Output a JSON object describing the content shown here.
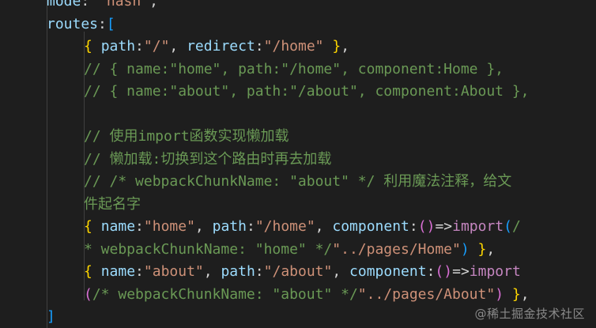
{
  "editor": {
    "lines": [
      {
        "name": "code-line-1",
        "indent": 1,
        "tokens": [
          {
            "t": "mode",
            "c": "tk-prop"
          },
          {
            "t": ": ",
            "c": "tk-pun"
          },
          {
            "t": "'hash'",
            "c": "tk-str"
          },
          {
            "t": ",",
            "c": "tk-pun"
          }
        ]
      },
      {
        "name": "code-line-2",
        "indent": 1,
        "tokens": [
          {
            "t": "routes",
            "c": "tk-prop"
          },
          {
            "t": ":",
            "c": "tk-pun"
          },
          {
            "t": "[",
            "c": "tk-brack2"
          }
        ]
      },
      {
        "name": "code-line-3",
        "indent": 2,
        "tokens": [
          {
            "t": "{ ",
            "c": "tk-brace"
          },
          {
            "t": "path",
            "c": "tk-prop"
          },
          {
            "t": ":",
            "c": "tk-pun"
          },
          {
            "t": "\"/\"",
            "c": "tk-str"
          },
          {
            "t": ", ",
            "c": "tk-pun"
          },
          {
            "t": "redirect",
            "c": "tk-prop"
          },
          {
            "t": ":",
            "c": "tk-pun"
          },
          {
            "t": "\"/home\"",
            "c": "tk-str"
          },
          {
            "t": " }",
            "c": "tk-brace"
          },
          {
            "t": ",",
            "c": "tk-pun"
          }
        ]
      },
      {
        "name": "code-line-4",
        "indent": 2,
        "tokens": [
          {
            "t": "// { name:\"home\", path:\"/home\", component:Home },",
            "c": "tk-com"
          }
        ]
      },
      {
        "name": "code-line-5",
        "indent": 2,
        "tokens": [
          {
            "t": "// { name:\"about\", path:\"/about\", component:About },",
            "c": "tk-com"
          }
        ]
      },
      {
        "name": "code-line-6",
        "indent": 0,
        "tokens": []
      },
      {
        "name": "code-line-7",
        "indent": 2,
        "tokens": [
          {
            "t": "// 使用import函数实现懒加载",
            "c": "tk-com"
          }
        ]
      },
      {
        "name": "code-line-8",
        "indent": 2,
        "tokens": [
          {
            "t": "// 懒加载:切换到这个路由时再去加载",
            "c": "tk-com"
          }
        ]
      },
      {
        "name": "code-line-9",
        "indent": 2,
        "tokens": [
          {
            "t": "// /* webpackChunkName: \"about\" */ 利用魔法注释，给文",
            "c": "tk-com"
          }
        ]
      },
      {
        "name": "code-line-10",
        "indent": 2,
        "tokens": [
          {
            "t": "件起名字",
            "c": "tk-com"
          }
        ]
      },
      {
        "name": "code-line-11",
        "indent": 2,
        "tokens": [
          {
            "t": "{ ",
            "c": "tk-brace"
          },
          {
            "t": "name",
            "c": "tk-prop"
          },
          {
            "t": ":",
            "c": "tk-pun"
          },
          {
            "t": "\"home\"",
            "c": "tk-str"
          },
          {
            "t": ", ",
            "c": "tk-pun"
          },
          {
            "t": "path",
            "c": "tk-prop"
          },
          {
            "t": ":",
            "c": "tk-pun"
          },
          {
            "t": "\"/home\"",
            "c": "tk-str"
          },
          {
            "t": ", ",
            "c": "tk-pun"
          },
          {
            "t": "component",
            "c": "tk-prop"
          },
          {
            "t": ":",
            "c": "tk-pun"
          },
          {
            "t": "()",
            "c": "tk-brack"
          },
          {
            "t": "=>",
            "c": "tk-op"
          },
          {
            "t": "import",
            "c": "tk-kw"
          },
          {
            "t": "(",
            "c": "tk-brack2"
          },
          {
            "t": "/",
            "c": "tk-com"
          }
        ]
      },
      {
        "name": "code-line-12",
        "indent": 2,
        "tokens": [
          {
            "t": "* webpackChunkName: \"home\" */",
            "c": "tk-com"
          },
          {
            "t": "\"../pages/Home\"",
            "c": "tk-str"
          },
          {
            "t": ")",
            "c": "tk-brack2"
          },
          {
            "t": " }",
            "c": "tk-brace"
          },
          {
            "t": ",",
            "c": "tk-pun"
          }
        ]
      },
      {
        "name": "code-line-13",
        "indent": 2,
        "tokens": [
          {
            "t": "{ ",
            "c": "tk-brace"
          },
          {
            "t": "name",
            "c": "tk-prop"
          },
          {
            "t": ":",
            "c": "tk-pun"
          },
          {
            "t": "\"about\"",
            "c": "tk-str"
          },
          {
            "t": ", ",
            "c": "tk-pun"
          },
          {
            "t": "path",
            "c": "tk-prop"
          },
          {
            "t": ":",
            "c": "tk-pun"
          },
          {
            "t": "\"/about\"",
            "c": "tk-str"
          },
          {
            "t": ", ",
            "c": "tk-pun"
          },
          {
            "t": "component",
            "c": "tk-prop"
          },
          {
            "t": ":",
            "c": "tk-pun"
          },
          {
            "t": "()",
            "c": "tk-brack"
          },
          {
            "t": "=>",
            "c": "tk-op"
          },
          {
            "t": "import",
            "c": "tk-kw"
          }
        ]
      },
      {
        "name": "code-line-14",
        "indent": 2,
        "tokens": [
          {
            "t": "(",
            "c": "tk-brack"
          },
          {
            "t": "/* webpackChunkName: \"about\" */",
            "c": "tk-com"
          },
          {
            "t": "\"../pages/About\"",
            "c": "tk-str"
          },
          {
            "t": ")",
            "c": "tk-brack"
          },
          {
            "t": " }",
            "c": "tk-brace"
          },
          {
            "t": ",",
            "c": "tk-pun"
          }
        ]
      },
      {
        "name": "code-line-15",
        "indent": 1,
        "tokens": [
          {
            "t": "]",
            "c": "tk-brack2"
          }
        ]
      }
    ]
  },
  "watermark": "@稀土掘金技术社区",
  "colors": {
    "background": "#1e1e1e",
    "property": "#9cdcfe",
    "string": "#ce9178",
    "comment": "#6a9955",
    "keyword": "#c586c0",
    "brace": "#ffd700",
    "bracket": "#da70d6",
    "bracket_alt": "#179fff"
  }
}
